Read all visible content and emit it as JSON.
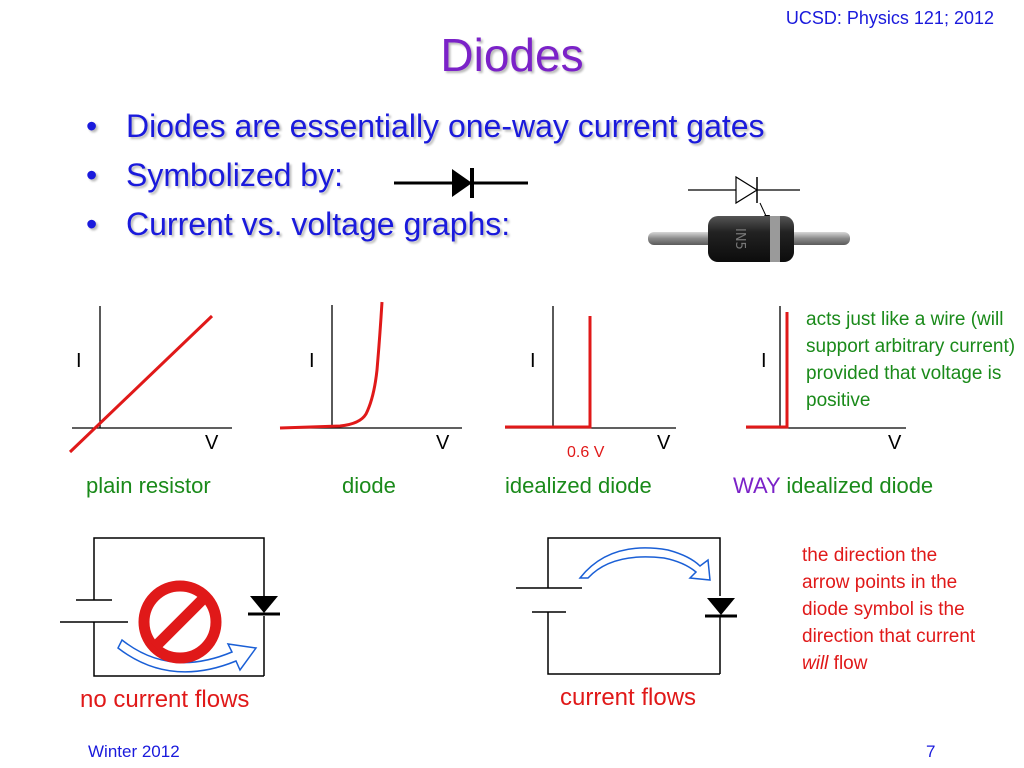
{
  "header": {
    "course": "UCSD: Physics 121; 2012",
    "title": "Diodes"
  },
  "bullets": [
    {
      "symbol": "•",
      "text": "Diodes are essentially one-way current gates"
    },
    {
      "symbol": "•",
      "text": "Symbolized by:"
    },
    {
      "symbol": "•",
      "text": "Current vs. voltage graphs:"
    }
  ],
  "graphs": [
    {
      "y_label": "I",
      "x_label": "V",
      "caption": "plain resistor"
    },
    {
      "y_label": "I",
      "x_label": "V",
      "caption": "diode"
    },
    {
      "y_label": "I",
      "x_label": "V",
      "caption": "idealized diode",
      "threshold_label": "0.6 V"
    },
    {
      "y_label": "I",
      "x_label": "V",
      "caption_prefix": "WAY",
      "caption": "idealized diode"
    }
  ],
  "wire_note": "acts just like a wire (will support arbitrary current) provided that voltage is positive",
  "circuits": {
    "blocked_caption": "no current flows",
    "flowing_caption": "current flows"
  },
  "direction_note": {
    "line1": "the direction the",
    "line2": "arrow points in the",
    "line3": "diode symbol is the",
    "line4": "direction that current",
    "line5_em": "will",
    "line5_rest": " flow"
  },
  "footer": {
    "term": "Winter 2012",
    "page": "7"
  },
  "colors": {
    "title": "#7b22c8",
    "bullet_text": "#1a1adc",
    "caption_green": "#1a8a1a",
    "accent_red": "#e01919",
    "arrow_blue": "#1a5fd6",
    "axis_blue": "#1a1adc"
  },
  "icons": [
    "diode-symbol-icon",
    "diode-photo-icon",
    "prohibited-sign-icon",
    "curved-arrow-icon"
  ]
}
